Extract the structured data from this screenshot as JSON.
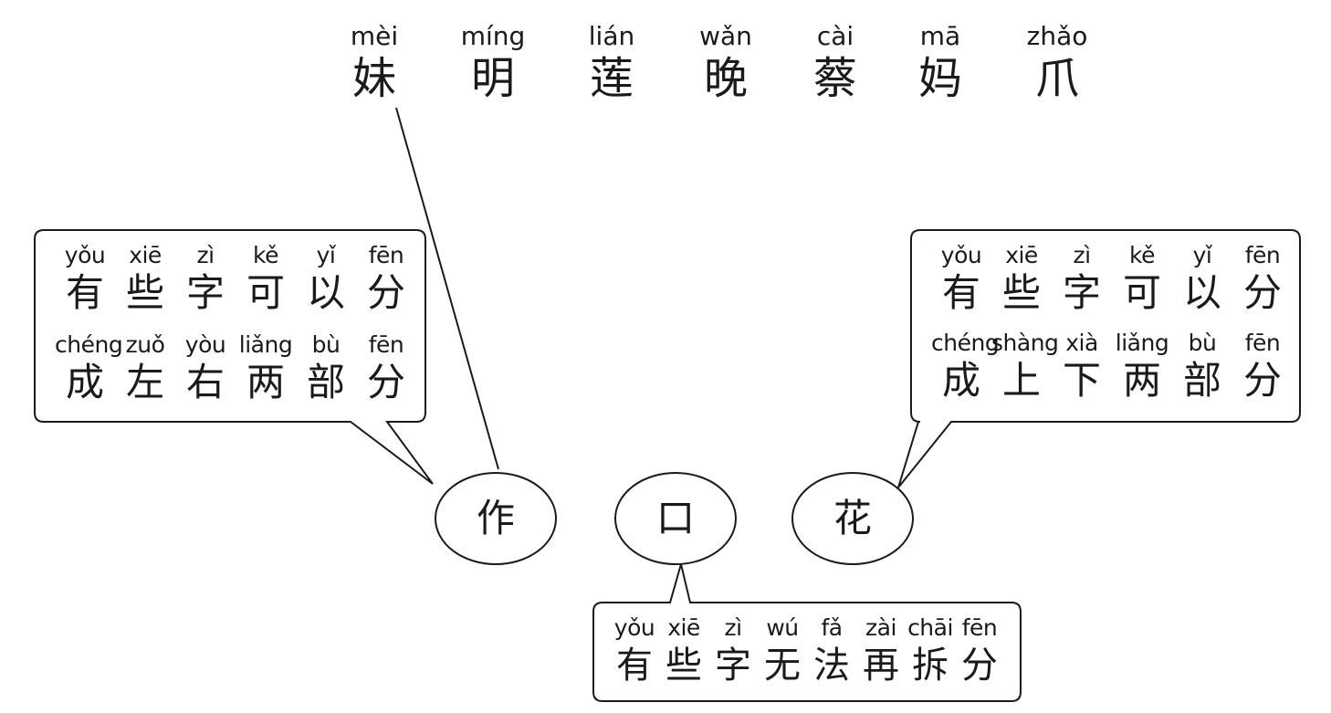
{
  "top_characters": [
    {
      "pinyin": "mèi",
      "hanzi": "妹"
    },
    {
      "pinyin": "míng",
      "hanzi": "明"
    },
    {
      "pinyin": "lián",
      "hanzi": "莲"
    },
    {
      "pinyin": "wǎn",
      "hanzi": "晚"
    },
    {
      "pinyin": "cài",
      "hanzi": "蔡"
    },
    {
      "pinyin": "mā",
      "hanzi": "妈"
    },
    {
      "pinyin": "zhǎo",
      "hanzi": "爪"
    }
  ],
  "bubble_left": {
    "line1": [
      {
        "pinyin": "yǒu",
        "hanzi": "有"
      },
      {
        "pinyin": "xiē",
        "hanzi": "些"
      },
      {
        "pinyin": "zì",
        "hanzi": "字"
      },
      {
        "pinyin": "kě",
        "hanzi": "可"
      },
      {
        "pinyin": "yǐ",
        "hanzi": "以"
      },
      {
        "pinyin": "fēn",
        "hanzi": "分"
      }
    ],
    "line2": [
      {
        "pinyin": "chéng",
        "hanzi": "成"
      },
      {
        "pinyin": "zuǒ",
        "hanzi": "左"
      },
      {
        "pinyin": "yòu",
        "hanzi": "右"
      },
      {
        "pinyin": "liǎng",
        "hanzi": "两"
      },
      {
        "pinyin": "bù",
        "hanzi": "部"
      },
      {
        "pinyin": "fēn",
        "hanzi": "分"
      }
    ]
  },
  "bubble_right": {
    "line1": [
      {
        "pinyin": "yǒu",
        "hanzi": "有"
      },
      {
        "pinyin": "xiē",
        "hanzi": "些"
      },
      {
        "pinyin": "zì",
        "hanzi": "字"
      },
      {
        "pinyin": "kě",
        "hanzi": "可"
      },
      {
        "pinyin": "yǐ",
        "hanzi": "以"
      },
      {
        "pinyin": "fēn",
        "hanzi": "分"
      }
    ],
    "line2": [
      {
        "pinyin": "chéng",
        "hanzi": "成"
      },
      {
        "pinyin": "shàng",
        "hanzi": "上"
      },
      {
        "pinyin": "xià",
        "hanzi": "下"
      },
      {
        "pinyin": "liǎng",
        "hanzi": "两"
      },
      {
        "pinyin": "bù",
        "hanzi": "部"
      },
      {
        "pinyin": "fēn",
        "hanzi": "分"
      }
    ]
  },
  "bubble_bottom": {
    "line1": [
      {
        "pinyin": "yǒu",
        "hanzi": "有"
      },
      {
        "pinyin": "xiē",
        "hanzi": "些"
      },
      {
        "pinyin": "zì",
        "hanzi": "字"
      },
      {
        "pinyin": "wú",
        "hanzi": "无"
      },
      {
        "pinyin": "fǎ",
        "hanzi": "法"
      },
      {
        "pinyin": "zài",
        "hanzi": "再"
      },
      {
        "pinyin": "chāi",
        "hanzi": "拆"
      },
      {
        "pinyin": "fēn",
        "hanzi": "分"
      }
    ]
  },
  "ellipses": [
    {
      "hanzi": "作"
    },
    {
      "hanzi": "口"
    },
    {
      "hanzi": "花"
    }
  ]
}
